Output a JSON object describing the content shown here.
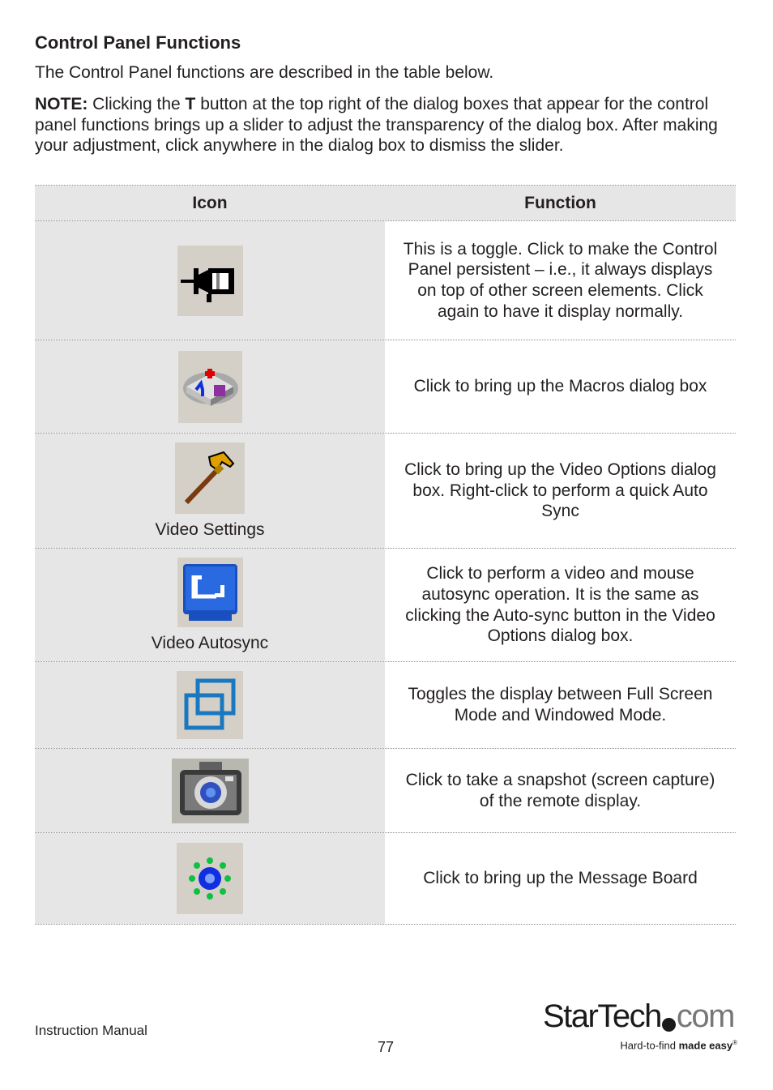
{
  "heading": "Control Panel Functions",
  "intro": "The Control Panel functions are described in the table below.",
  "note": {
    "label": "NOTE:",
    "part1": " Clicking the ",
    "bold_t": "T",
    "part2": " button at the top right of the dialog boxes that appear for the control panel functions brings up a slider to adjust the transparency  of the dialog box. After making your adjustment, click anywhere in the  dialog box to dismiss the slider."
  },
  "table": {
    "header": {
      "icon": "Icon",
      "function": "Function"
    },
    "rows": [
      {
        "icon": "pin-icon",
        "label": "",
        "function": "This is a toggle. Click to make the Control Panel persistent – i.e., it always displays on top of other screen elements. Click again to  have it display normally."
      },
      {
        "icon": "macros-icon",
        "label": "",
        "function": "Click to bring up the Macros dialog box"
      },
      {
        "icon": "hammer-icon",
        "label": "Video Settings",
        "function": "Click to bring up the Video Options dialog box. Right-click to perform  a quick Auto Sync"
      },
      {
        "icon": "monitor-icon",
        "label": "Video Autosync",
        "function": "Click to perform a video and mouse autosync operation. It is the  same as clicking the Auto-sync button in the Video Options dialog box."
      },
      {
        "icon": "windows-icon",
        "label": "",
        "function": "Toggles the display between Full Screen Mode and Windowed Mode."
      },
      {
        "icon": "camera-icon",
        "label": "",
        "function": "Click to take a snapshot (screen capture) of the remote display."
      },
      {
        "icon": "message-board-icon",
        "label": "",
        "function": "Click to bring up the Message Board"
      }
    ]
  },
  "footer": {
    "left": "Instruction Manual",
    "page": "77",
    "logo_main": "StarTech",
    "logo_com": "com",
    "logo_tag_plain": "Hard-to-find ",
    "logo_tag_bold": "made easy",
    "logo_tag_mark": "®"
  }
}
